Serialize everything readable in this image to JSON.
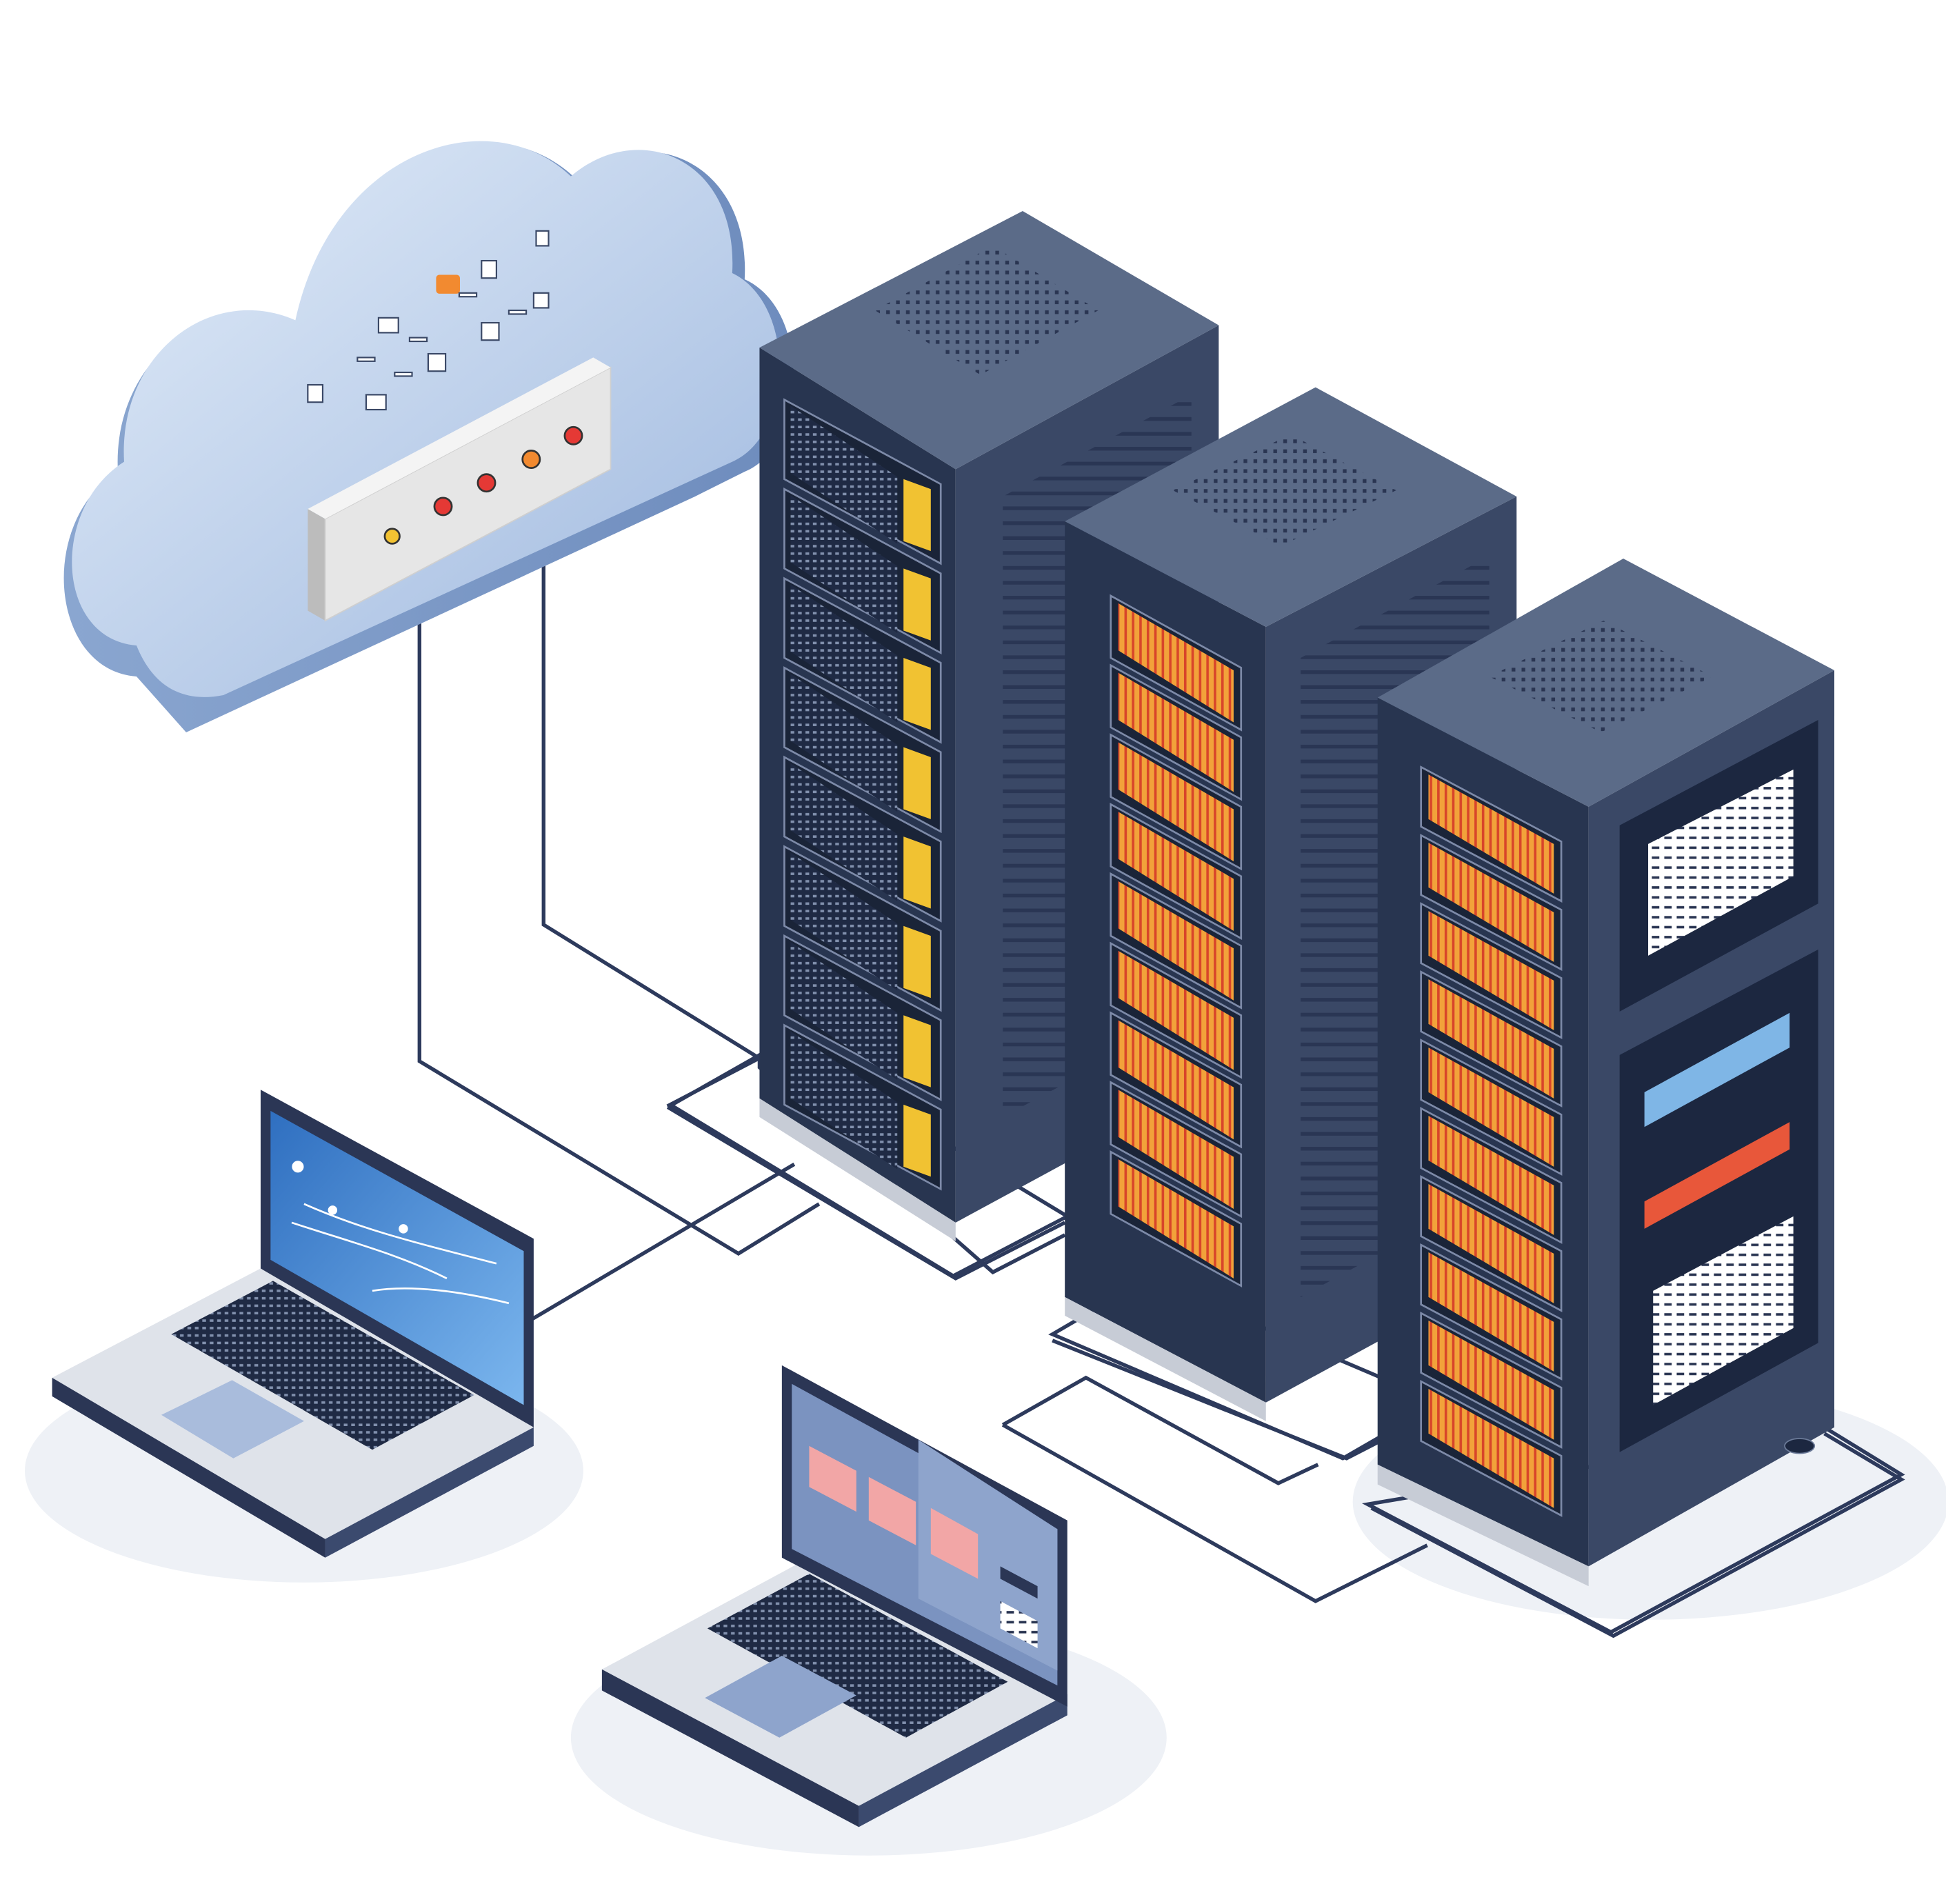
{
  "scene": {
    "background": "#ffffff",
    "colors": {
      "rack_front": "#283550",
      "rack_side": "#3a4866",
      "rack_top": "#5b6b88",
      "rack_dark": "#1c2740",
      "bay_yellow": "#f1c232",
      "bay_orange": "#e8673a",
      "bay_red": "#e04b2e",
      "cable": "#2d3a5c",
      "cloud_light": "#dce8f7",
      "cloud_mid": "#a8c0e2",
      "cloud_dark": "#7f9cc8",
      "router_body": "#e6e6e6",
      "laptop_base": "#dfe3ea",
      "laptop_edge": "#2b3655",
      "screen_blue": "#4a90d9",
      "screen_gray": "#7b93c0",
      "screen_pink": "#f2a6a6",
      "floor_shadow": "#eef1f6"
    },
    "objects": [
      {
        "name": "cloud",
        "icon": "cloud-icon"
      },
      {
        "name": "router",
        "icon": "router-icon",
        "leds": 5
      },
      {
        "name": "server-rack-1",
        "icon": "server-rack-icon",
        "bays": 8,
        "bay_style": "dark-with-yellow-tags"
      },
      {
        "name": "server-rack-2",
        "icon": "server-rack-icon",
        "bays": 9,
        "bay_style": "orange-drives"
      },
      {
        "name": "server-rack-3",
        "icon": "server-rack-icon",
        "bays": 10,
        "bay_style": "orange-drives"
      },
      {
        "name": "laptop-1",
        "icon": "laptop-icon",
        "screen": "blue-diagram"
      },
      {
        "name": "laptop-2",
        "icon": "laptop-icon",
        "screen": "three-pink-tiles"
      }
    ]
  }
}
